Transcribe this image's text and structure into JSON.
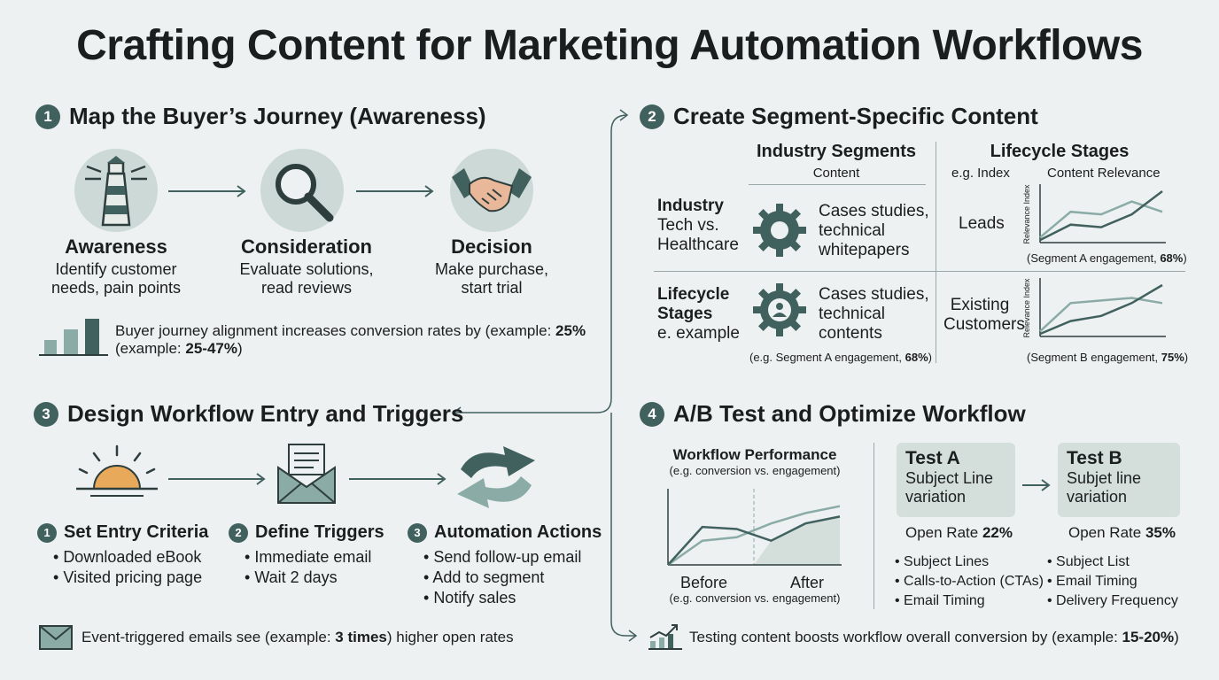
{
  "title": "Crafting Content for Marketing Automation Workflows",
  "s1": {
    "num": "1",
    "heading": "Map the Buyer’s Journey (Awareness)",
    "stages": [
      {
        "title": "Awareness",
        "desc": [
          "Identify customer",
          "needs, pain points"
        ],
        "icon": "lighthouse-icon"
      },
      {
        "title": "Consideration",
        "desc": [
          "Evaluate solutions,",
          "read reviews"
        ],
        "icon": "magnifier-icon"
      },
      {
        "title": "Decision",
        "desc": [
          "Make purchase,",
          "start trial"
        ],
        "icon": "handshake-icon"
      }
    ],
    "stat_line1_pre": "Buyer journey alignment increases conversion rates by (example: ",
    "stat_line1_bold": "25%",
    "stat_line2_pre": "(example: ",
    "stat_line2_bold": "25-47%",
    "stat_line2_post": ")"
  },
  "s2": {
    "num": "2",
    "heading": "Create Segment-Specific Content",
    "col1_header": "Industry Segments",
    "col1_sub": "Content",
    "col2_header": "Lifecycle Stages",
    "col2_sub_a": "e.g. Index",
    "col2_sub_b": "Content Relevance",
    "rows": [
      {
        "label_bold": "Industry",
        "label_rest": [
          "Tech vs.",
          "Healthcare"
        ],
        "content": [
          "Cases studies,",
          "technical",
          "whitepapers"
        ],
        "stage": [
          "Leads"
        ],
        "chart_caption_pre": "(Segment A engagement, ",
        "chart_caption_bold": "68%",
        "chart_caption_post": ")",
        "ylabel": "Relevance Index"
      },
      {
        "label_bold": "Lifecycle",
        "label_bold2": "Stages",
        "label_rest": [
          "e. example"
        ],
        "content": [
          "Cases studies,",
          "technical",
          "contents"
        ],
        "stage": [
          "Existing",
          "Customers"
        ],
        "chart_caption_pre": "(Segment B engagement, ",
        "chart_caption_bold": "75%",
        "chart_caption_post": ")",
        "ylabel": "Relevance Index"
      }
    ],
    "left_caption_pre": "(e.g. Segment A engagement, ",
    "left_caption_bold": "68%",
    "left_caption_post": ")"
  },
  "s3": {
    "num": "3",
    "heading": "Design Workflow Entry and Triggers",
    "steps": [
      {
        "num": "1",
        "title": "Set Entry Criteria",
        "bullets": [
          "Downloaded eBook",
          "Visited pricing page"
        ],
        "icon": "sunrise-icon"
      },
      {
        "num": "2",
        "title": "Define Triggers",
        "bullets": [
          "Immediate email",
          "Wait 2 days"
        ],
        "icon": "envelope-icon"
      },
      {
        "num": "3",
        "title": "Automation Actions",
        "bullets": [
          "Send follow-up email",
          "Add to segment",
          "Notify sales"
        ],
        "icon": "cycle-arrows-icon"
      }
    ],
    "stat_pre": "Event-triggered emails see (example: ",
    "stat_bold": "3 times",
    "stat_post": ") higher open rates"
  },
  "s4": {
    "num": "4",
    "heading": "A/B Test and Optimize Workflow",
    "perf_title": "Workflow Performance",
    "perf_sub": "(e.g. conversion vs. engagement)",
    "before": "Before",
    "after": "After",
    "perf_bottom_sub": "(e.g. conversion vs. engagement)",
    "testA": {
      "title": "Test A",
      "desc": [
        "Subject Line",
        "variation"
      ],
      "rate_pre": "Open Rate ",
      "rate_bold": "22%",
      "bullets": [
        "Subject Lines",
        "Calls-to-Action (CTAs)",
        "Email Timing"
      ]
    },
    "testB": {
      "title": "Test B",
      "desc": [
        "Subjet line",
        "variation"
      ],
      "rate_pre": "Open Rate ",
      "rate_bold": "35%",
      "bullets": [
        "Subject List",
        "Email Timing",
        "Delivery Frequency"
      ]
    },
    "stat_pre": "Testing content boosts workflow overall conversion by (example: ",
    "stat_bold": "15-20%",
    "stat_post": ")"
  },
  "colors": {
    "accent": "#41615f",
    "light": "#ccd9d6",
    "line_light": "#8aaba6",
    "orange": "#e8a95b"
  },
  "chart_data": [
    {
      "type": "line",
      "title": "",
      "ylabel": "Relevance Index",
      "x": [
        0,
        1,
        2,
        3,
        4
      ],
      "series": [
        {
          "values": [
            0.1,
            0.6,
            0.55,
            0.8,
            0.6
          ]
        },
        {
          "values": [
            0.05,
            0.35,
            0.3,
            0.55,
            1.0
          ]
        }
      ]
    },
    {
      "type": "line",
      "title": "",
      "ylabel": "Relevance Index",
      "x": [
        0,
        1,
        2,
        3,
        4
      ],
      "series": [
        {
          "values": [
            0.1,
            0.65,
            0.7,
            0.75,
            0.65
          ]
        },
        {
          "values": [
            0.05,
            0.3,
            0.4,
            0.65,
            1.0
          ]
        }
      ]
    },
    {
      "type": "area",
      "title": "Workflow Performance",
      "categories": [
        "Before",
        "After"
      ],
      "x": [
        0,
        1,
        2,
        3,
        4,
        5
      ],
      "series": [
        {
          "values": [
            0.0,
            0.35,
            0.4,
            0.6,
            0.75,
            0.85
          ]
        },
        {
          "values": [
            0.0,
            0.55,
            0.52,
            0.35,
            0.6,
            0.7
          ]
        }
      ]
    }
  ]
}
